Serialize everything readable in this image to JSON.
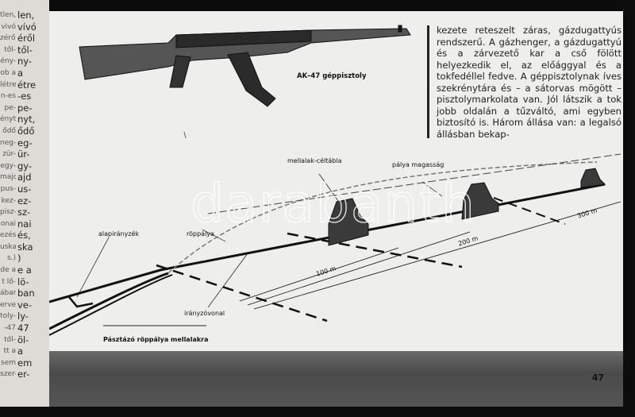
{
  "left_page": {
    "col_a": [
      "tlen,",
      "vivó",
      "zéről",
      "től-",
      "ény-",
      "ob a",
      "létre",
      "n-es",
      "pe-",
      "ényt,",
      "ődő",
      "neg-",
      "zür-",
      "egy-",
      "majd",
      "pus-",
      "kez-",
      "pisz-",
      "onai",
      "ezés,",
      "uska",
      "s.)",
      "de a",
      "t lő-",
      "ában",
      "erve-",
      "toly-",
      "-47",
      "től-",
      "tt a",
      "sem",
      "szer-"
    ],
    "col_b": [
      "len,",
      "vívó",
      "éről",
      "től-",
      "ny-",
      "a",
      "étre",
      "-es",
      "pe-",
      "nyt,",
      "ődő",
      "eg-",
      "ür-",
      "gy-",
      "ajd",
      "us-",
      "ez-",
      "sz-",
      "nai",
      "és,",
      "ska",
      ")",
      "e a",
      "lö-",
      "ban",
      "ve-",
      "ly-",
      "47",
      "öl-",
      "a",
      "em",
      "er-"
    ]
  },
  "gun_caption": "AK–47 géppisztoly",
  "body_text": "kezete reteszelt záras, gázdugattyús rendszerű. A gázhenger, a gázdugattyú és a zárvezető kar a cső fölött helyezkedik el, az előággyal és a tokfedéllel fedve. A géppisztolynak íves szekrénytára és – a sátorvas mögött – pisztolymarkolata van. Jól látszik a tok jobb oldalán a tűzváltó, ami egyben biztosító is. Három állása van: a legalsó állásban bekap-",
  "diagram": {
    "labels": {
      "target": "mellalak-céltábla",
      "trajectory_height": "pálya magasság",
      "base_sight": "alapirányzék",
      "trajectory": "röppálya",
      "line_of_sight": "irányzóvonal",
      "d100": "100 m",
      "d200": "200 m",
      "d300": "300 m"
    },
    "caption": "Pásztázó röppálya mellalakra"
  },
  "watermark": "darabanth",
  "page_number": "47"
}
